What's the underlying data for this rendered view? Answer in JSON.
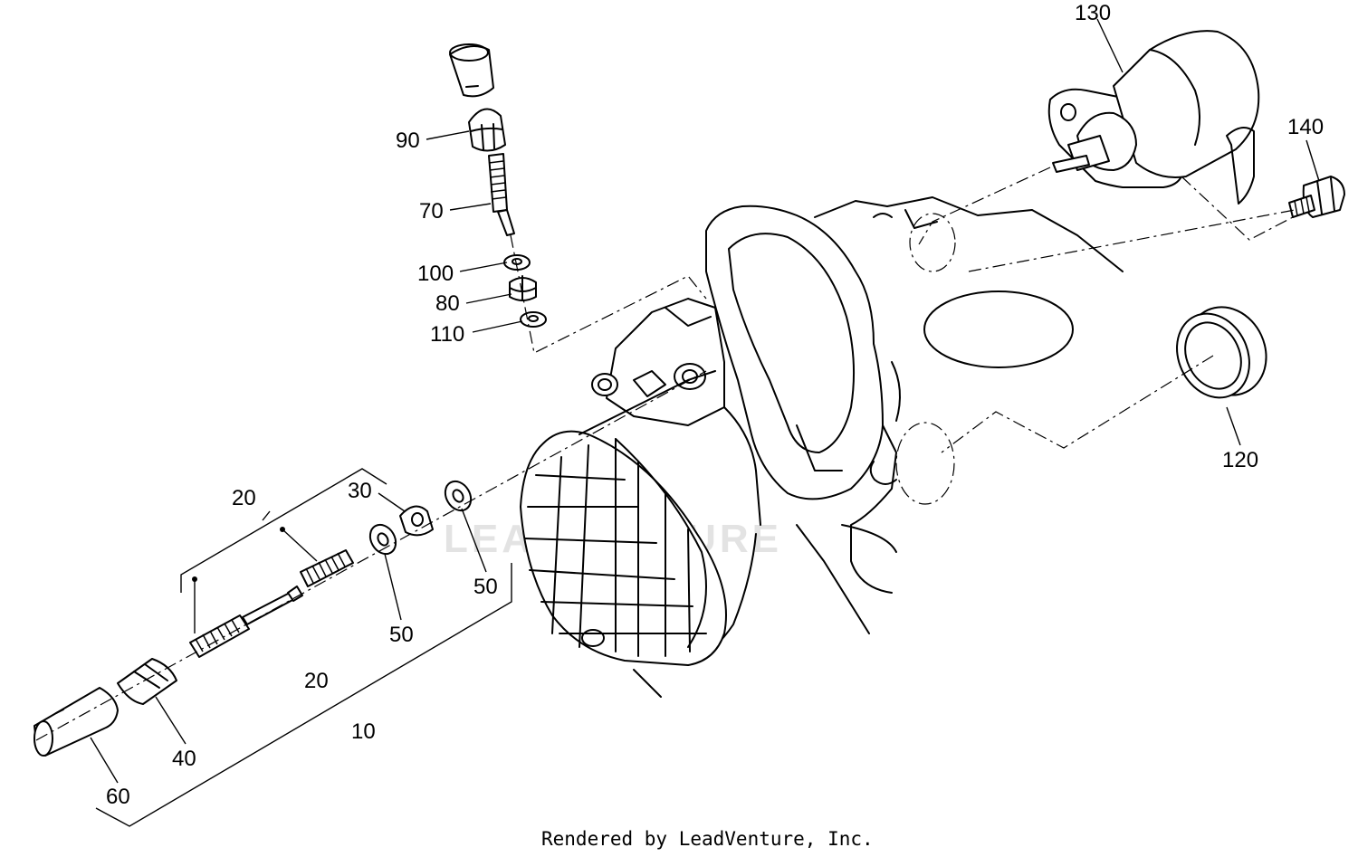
{
  "labels": {
    "p130": "130",
    "p140": "140",
    "p120": "120",
    "p90": "90",
    "p70": "70",
    "p100": "100",
    "p80": "80",
    "p110": "110",
    "p20_top": "20",
    "p30": "30",
    "p50_right": "50",
    "p50_left": "50",
    "p20_bottom": "20",
    "p10": "10",
    "p40": "40",
    "p60": "60"
  },
  "watermark": "LEADVENTURE",
  "footer": "Rendered by LeadVenture, Inc."
}
